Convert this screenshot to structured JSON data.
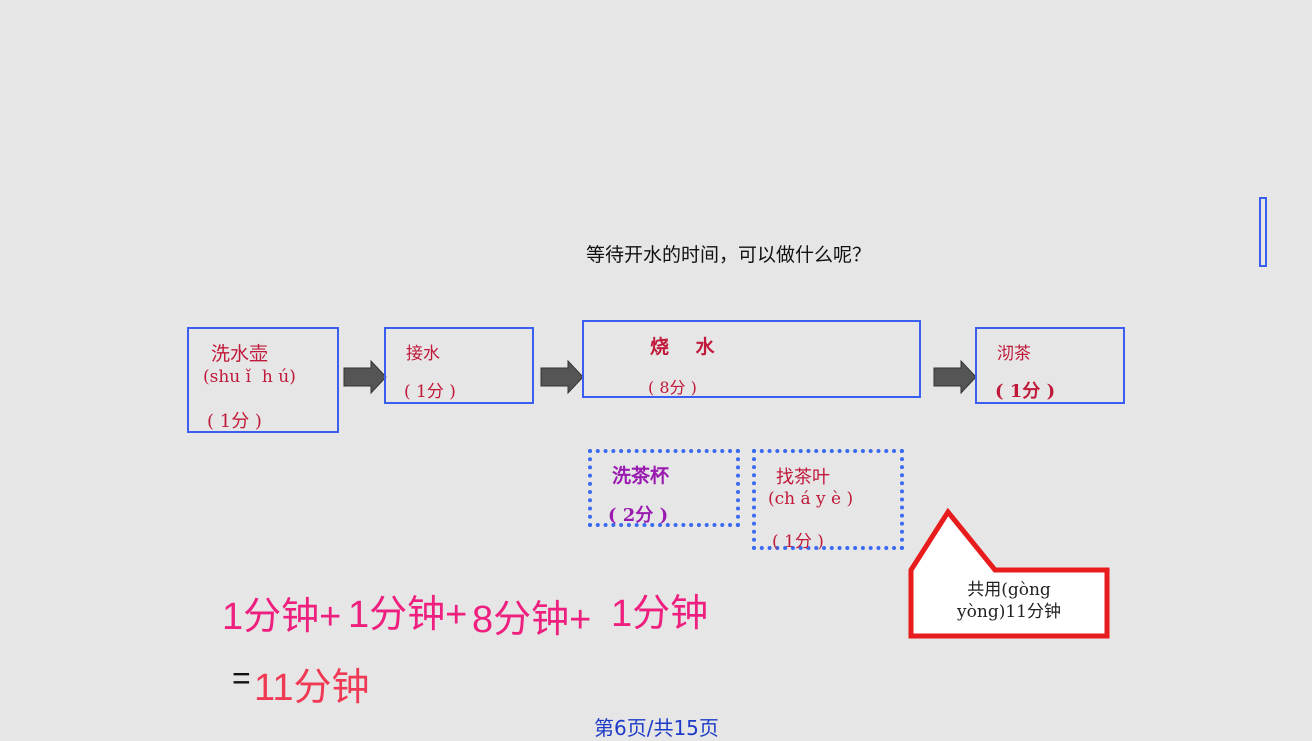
{
  "question": "等待开水的时间，可以做什么呢？",
  "steps": [
    {
      "label": "洗水壶",
      "pinyin": "(shu ǐ  h ú)",
      "time": "( 1分 )"
    },
    {
      "label": "接水",
      "time": "( 1分 )"
    },
    {
      "label": "烧    水",
      "time": "( 8分 )"
    },
    {
      "label": "沏茶",
      "time": "( 1分 )"
    }
  ],
  "parallel": [
    {
      "label": "洗茶杯",
      "time": "( 2分 )"
    },
    {
      "label": "找茶叶",
      "pinyin": "(ch á y è )",
      "time": "( 1分 )"
    }
  ],
  "callout": {
    "line1": "共用(gòng",
    "line2": "yòng)11分钟"
  },
  "sum": {
    "part1": "1分钟+",
    "part2": "1分钟+",
    "part3": "8分钟+",
    "part4": "1分钟",
    "eq": "=",
    "result": "11分钟"
  },
  "footer": "第6页/共15页",
  "colors": {
    "box_border": "#3a5ef0",
    "step_text": "#c0193a",
    "parallel_text": "#9a1bb0",
    "callout_border": "#e81c1c",
    "sum_text": "#ee1f7e"
  }
}
